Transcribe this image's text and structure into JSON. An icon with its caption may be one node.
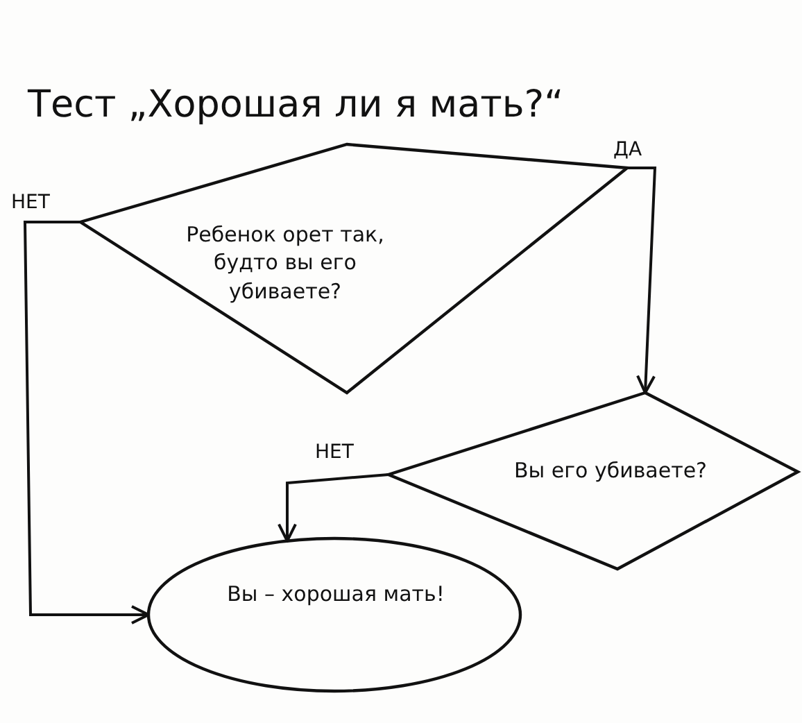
{
  "diagram": {
    "title": "Тест „Хорошая ли я мать?“",
    "nodes": [
      {
        "text": [
          "Ребенок орет так, будто вы его убиваете?"
        ]
      },
      {
        "text": [
          "Вы его убиваете?"
        ]
      },
      {
        "text": [
          "Вы – хорошая мать!"
        ]
      }
    ],
    "edges": [
      {
        "from": 0,
        "to": 1,
        "arrow": "to",
        "label": "ДА"
      },
      {
        "from": 0,
        "to": 2,
        "arrow": "to",
        "label": "НЕТ"
      },
      {
        "from": 1,
        "to": 2,
        "arrow": "to",
        "label": "НЕТ"
      }
    ]
  }
}
